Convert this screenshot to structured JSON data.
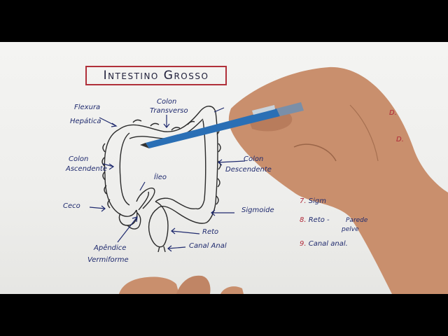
{
  "title": "Intestino Grosso",
  "labels": {
    "flexura": "Flexura",
    "hepatica": "Hepática",
    "colon_transverso_1": "Colon",
    "colon_transverso_2": "Transverso",
    "colon_ascendente_1": "Colon",
    "colon_ascendente_2": "Ascendente",
    "ileo": "Íleo",
    "ceco": "Ceco",
    "apendice_1": "Apêndice",
    "apendice_2": "Vermiforme",
    "colon_descendente_1": "Colon",
    "colon_descendente_2": "Descendente",
    "sigmoide": "Sigmoide",
    "reto": "Reto",
    "canal_anal": "Canal Anal"
  },
  "list": {
    "item7_num": "7.",
    "item7_text": "Sigm",
    "item8_num": "8.",
    "item8_text": "Reto -",
    "item8_extra1": "Parede",
    "item8_extra2": "pelve",
    "item9_num": "9.",
    "item9_text": "Canal anal."
  },
  "partial_marks": {
    "d1": "D.",
    "d2": "D."
  },
  "colors": {
    "ink_blue": "#1f2a6e",
    "ink_red": "#b0303a",
    "pencil": "#2a6fb5"
  }
}
